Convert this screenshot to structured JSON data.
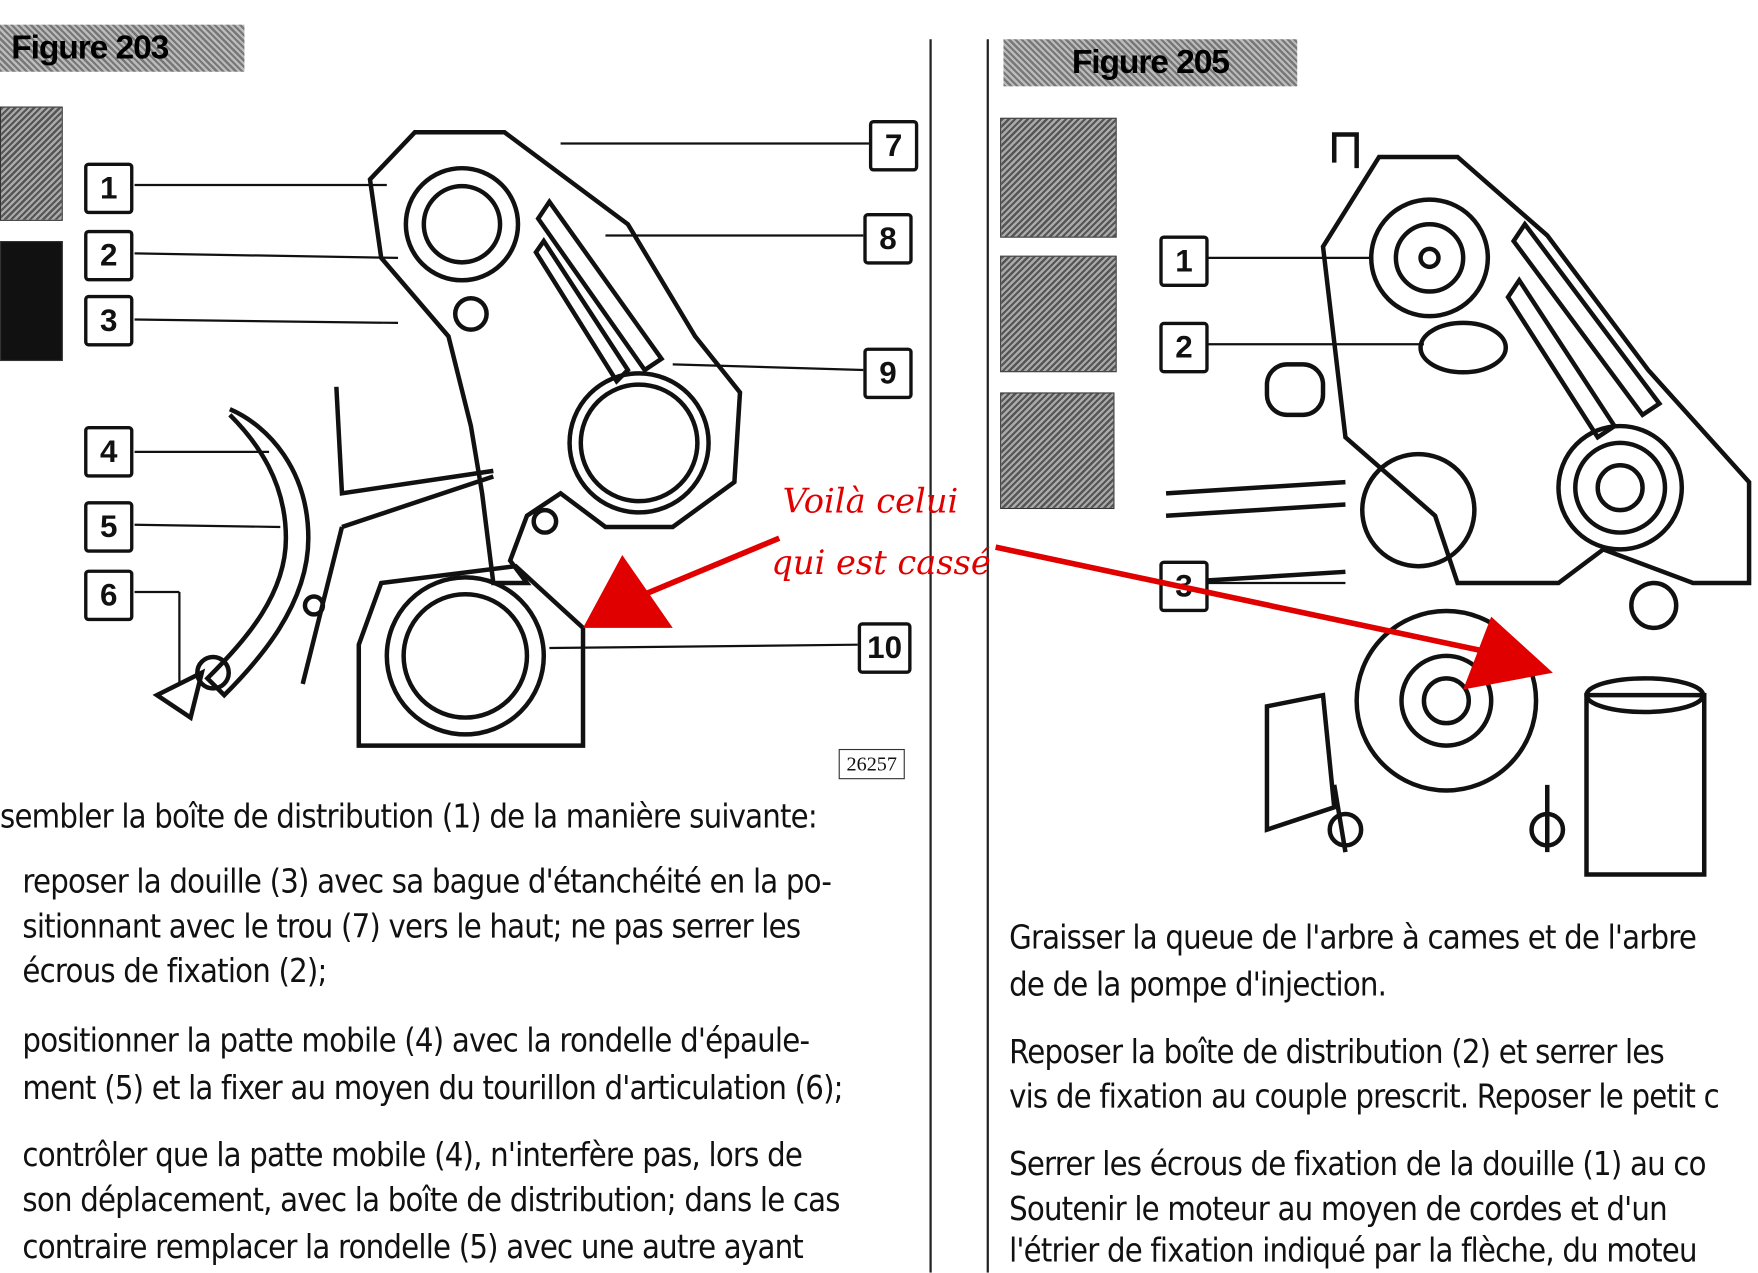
{
  "left_figure": {
    "title": "Figure 203",
    "callouts": [
      "1",
      "2",
      "3",
      "4",
      "5",
      "6",
      "7",
      "8",
      "9",
      "10"
    ],
    "reference_number": "26257"
  },
  "right_figure": {
    "title": "Figure 205",
    "callouts": [
      "1",
      "2",
      "3"
    ]
  },
  "annotation": {
    "line1": "Voilà celui",
    "line2": "qui est cassé",
    "color": "#e00000"
  },
  "left_text": {
    "intro": "sembler la boîte de distribution (1) de la manière suivante:",
    "paragraphs": [
      [
        "reposer la douille (3) avec sa bague d'étanchéité en la po-",
        "sitionnant avec le trou (7) vers le haut; ne pas serrer les",
        "écrous de fixation (2);"
      ],
      [
        "positionner la patte mobile (4) avec la rondelle d'épaule-",
        "ment (5) et la fixer au moyen du tourillon d'articulation (6);"
      ],
      [
        "contrôler que la patte mobile (4), n'interfère pas, lors de",
        "son déplacement, avec la boîte de distribution; dans le cas",
        "contraire remplacer la rondelle (5) avec une autre ayant"
      ]
    ]
  },
  "right_text": {
    "paragraphs": [
      [
        "Graisser la queue de l'arbre à cames et de l'arbre",
        "de de la pompe d'injection."
      ],
      [
        "Reposer la boîte de distribution (2) et serrer les",
        "vis de fixation au couple prescrit. Reposer le petit c"
      ],
      [
        "Serrer les écrous de fixation de la douille (1) au co",
        "Soutenir le moteur au moyen de cordes et d'un",
        "l'étrier de fixation indiqué par la flèche, du moteu"
      ]
    ]
  }
}
